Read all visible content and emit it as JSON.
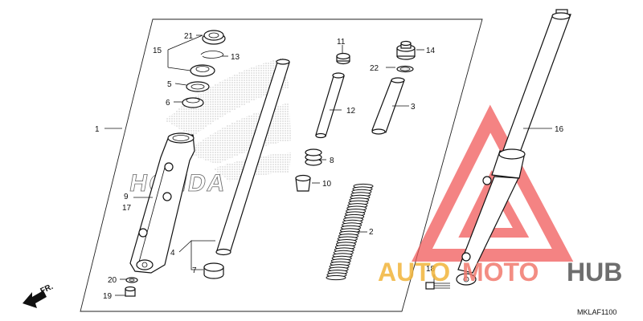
{
  "diagram": {
    "code": "MKLAF1100",
    "direction_label": "FR.",
    "callouts": {
      "c1": "1",
      "c2": "2",
      "c3": "3",
      "c4": "4",
      "c5": "5",
      "c6": "6",
      "c7": "7",
      "c8": "8",
      "c9": "9",
      "c10": "10",
      "c11": "11",
      "c12": "12",
      "c13": "13",
      "c14": "14",
      "c15": "15",
      "c16": "16",
      "c17": "17",
      "c18": "18",
      "c19": "19",
      "c20": "20",
      "c21": "21",
      "c22": "22"
    },
    "honda_logo_text": "HONDA"
  },
  "watermark": {
    "brand_part1": "AUTO",
    "brand_part2": "MOTO",
    "brand_part3": "HUB",
    "colors": {
      "auto": "#f2b53a",
      "moto": "#f27a6e",
      "hub": "#555555",
      "triangle": "#f05a5a"
    }
  }
}
